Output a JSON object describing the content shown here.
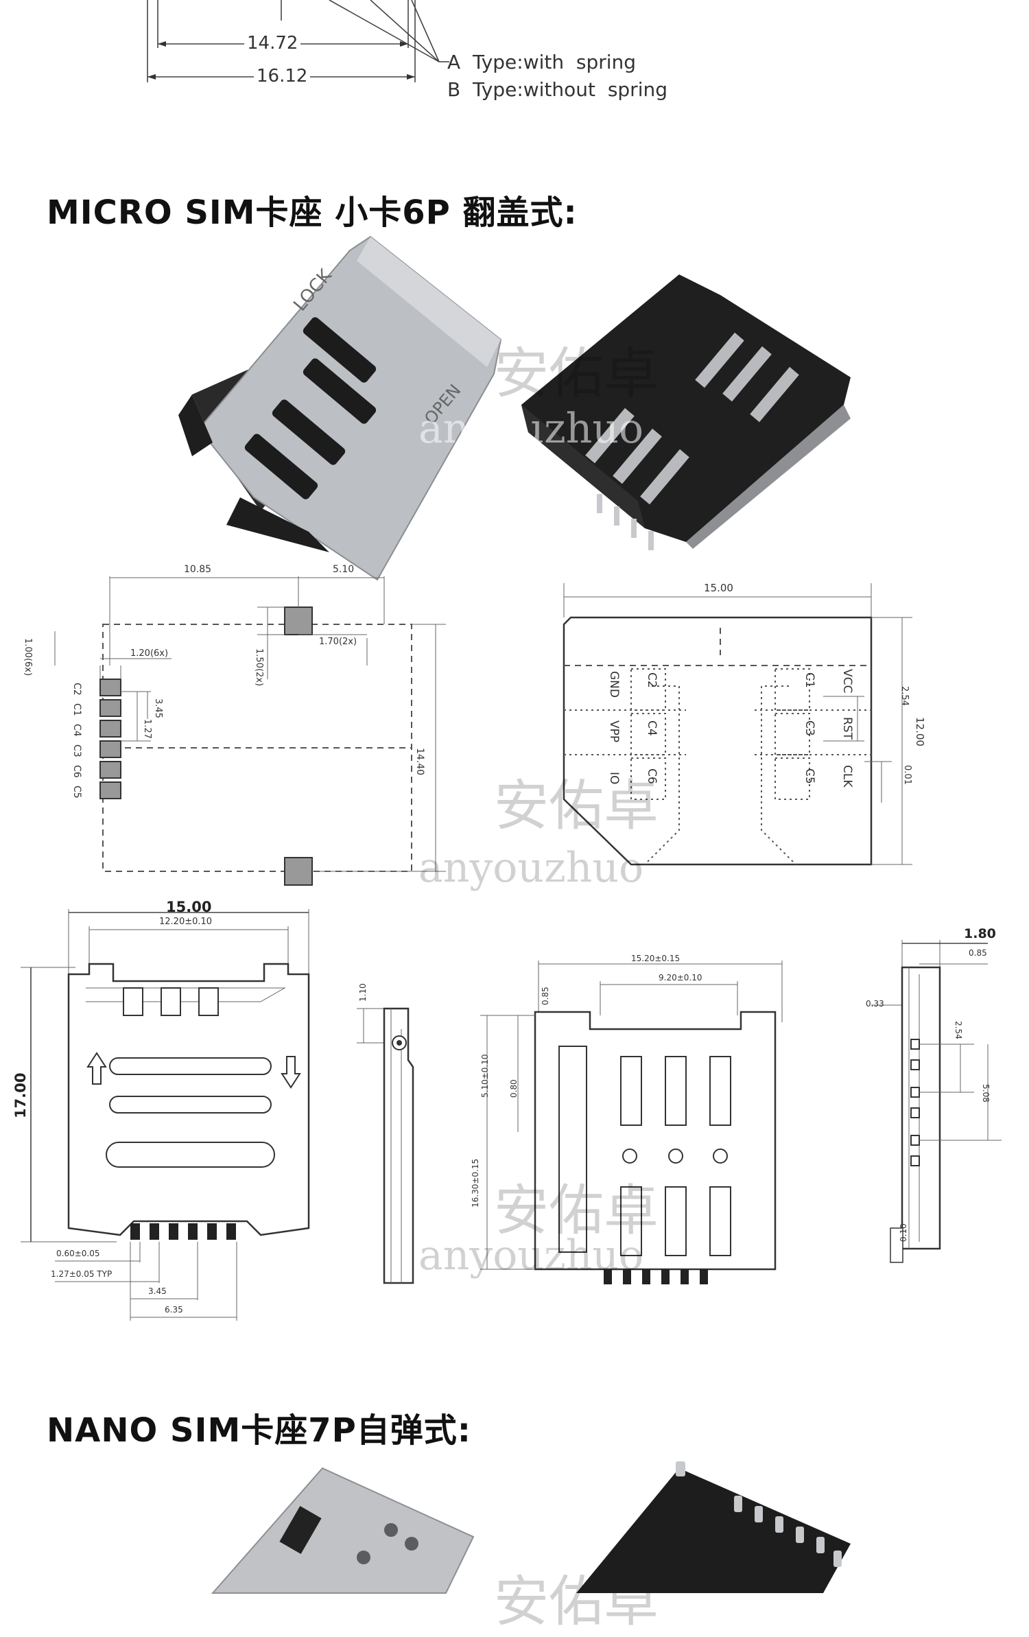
{
  "top_drawing": {
    "dim_a": "14.72",
    "dim_b": "16.12",
    "type_a": "A  Type:with  spring",
    "type_b": "B  Type:without  spring"
  },
  "section_micro": {
    "title": "MICRO SIM卡座 小卡6P 翻盖式:"
  },
  "pad_layout": {
    "dim_top_left": "10.85",
    "dim_top_right": "5.10",
    "dim_pitch_v": "1.00(6x)",
    "dim_pad_w": "1.20(6x)",
    "dim_pad_h": "1.50(2x)",
    "dim_pad_x2": "1.70(2x)",
    "dim_345": "3.45",
    "dim_127": "1.27",
    "dim_height": "14.40",
    "pad_labels": [
      "C2",
      "C1",
      "C4",
      "C3",
      "C6",
      "C5"
    ]
  },
  "card": {
    "width": "15.00",
    "height": "12.00",
    "dim_254": "2.54",
    "dim_001": "0.01",
    "pins_left": [
      {
        "signal": "GND",
        "contact": "C2"
      },
      {
        "signal": "VPP",
        "contact": "C4"
      },
      {
        "signal": "IO",
        "contact": "C6"
      }
    ],
    "pins_right": [
      {
        "signal": "VCC",
        "contact": "C1"
      },
      {
        "signal": "RST",
        "contact": "C3"
      },
      {
        "signal": "CLK",
        "contact": "C5"
      }
    ]
  },
  "front_view": {
    "width": "15.00",
    "inner_width": "12.20±0.10",
    "height": "17.00",
    "dim_pitch1": "0.60±0.05",
    "dim_pitch2": "1.27±0.05 TYP",
    "dim_345": "3.45",
    "dim_635": "6.35"
  },
  "side_view": {
    "dim_110": "1.10"
  },
  "bottom_view": {
    "width": "15.20±0.15",
    "inner": "9.20±0.10",
    "dim_085": "0.85",
    "dim_510": "5.10±0.10",
    "dim_080": "0.80",
    "dim_1630": "16.30±0.15"
  },
  "profile_view": {
    "thickness": "1.80",
    "dim_085": "0.85",
    "dim_033": "0.33",
    "dim_254": "2.54",
    "dim_508": "5.08",
    "flatness": "0.10"
  },
  "section_nano": {
    "title": "NANO SIM卡座7P自弹式:"
  },
  "watermark": {
    "cn": "安佑卓",
    "en": "anyouzhuo"
  },
  "photo_text": {
    "lock": "LOCK",
    "open": "OPEN"
  },
  "colors": {
    "metal": "#b9bcc0",
    "plastic": "#222222",
    "title": "#111111"
  }
}
